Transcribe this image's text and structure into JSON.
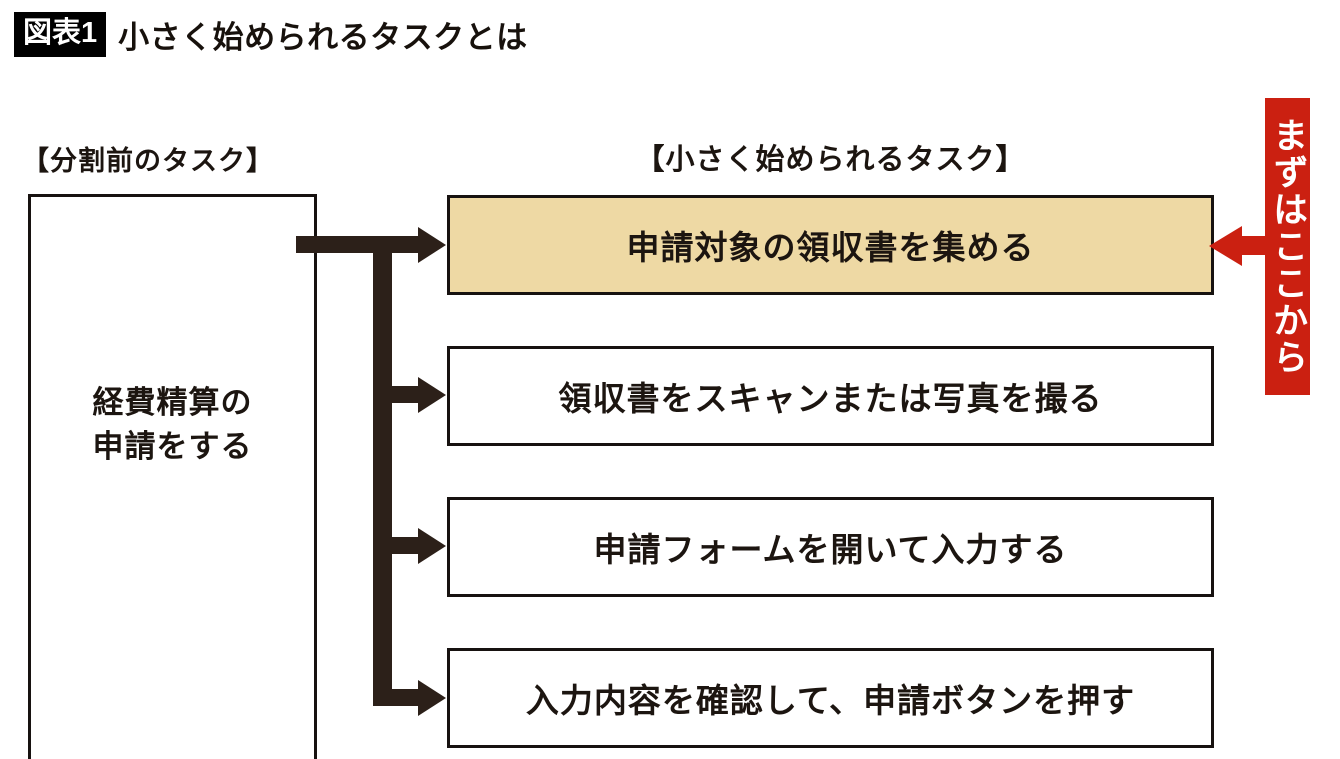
{
  "figure": {
    "badge": "図表1",
    "title": "小さく始められるタスクとは"
  },
  "columns": {
    "left_header": "【分割前のタスク】",
    "right_header": "【小さく始められるタスク】"
  },
  "source_task": {
    "line1": "経費精算の",
    "line2": "申請をする"
  },
  "steps": [
    {
      "label": "申請対象の領収書を集める",
      "highlighted": true
    },
    {
      "label": "領収書をスキャンまたは写真を撮る",
      "highlighted": false
    },
    {
      "label": "申請フォームを開いて入力する",
      "highlighted": false
    },
    {
      "label": "入力内容を確認して、申請ボタンを押す",
      "highlighted": false
    }
  ],
  "callout": {
    "text": "まずはここから"
  },
  "colors": {
    "highlight_fill": "#eed9a4",
    "callout_red": "#cb2011",
    "connector": "#2c2019",
    "outline": "#171210",
    "badge_bg": "#000000",
    "background": "#ffffff"
  }
}
